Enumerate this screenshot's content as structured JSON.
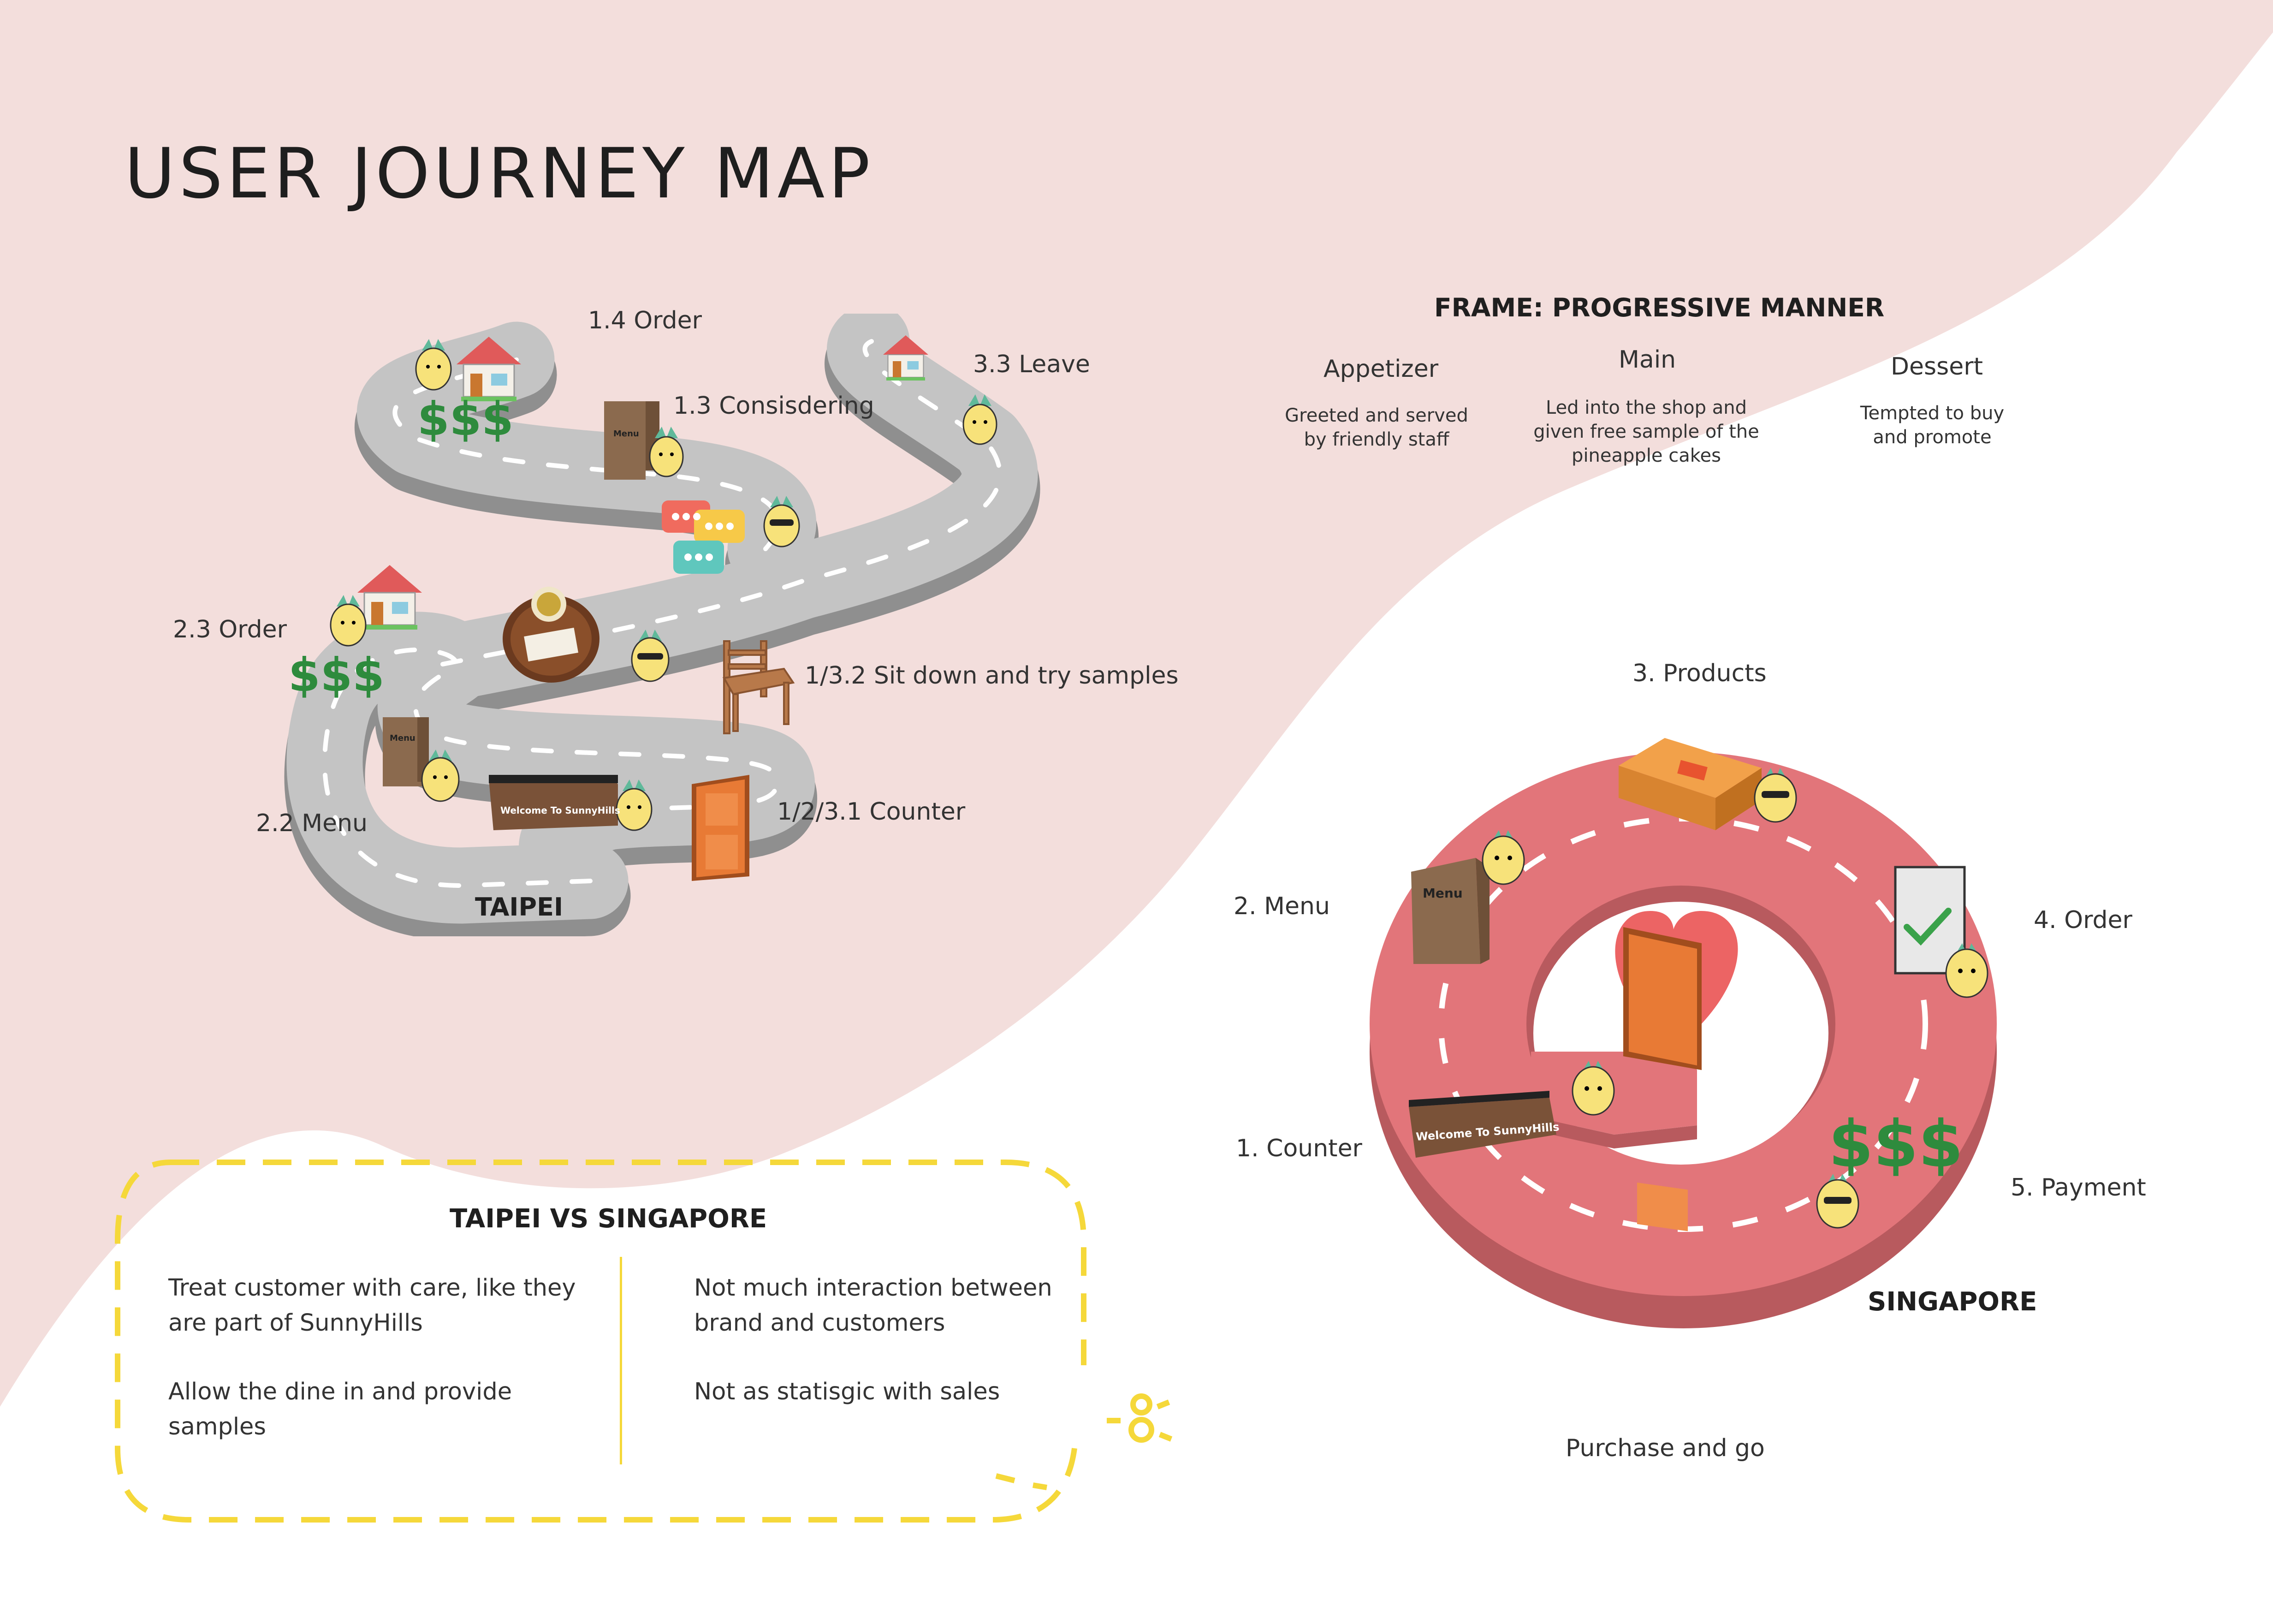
{
  "title": "USER JOURNEY MAP",
  "taipei": {
    "name": "TAIPEI",
    "stages": [
      "1.4 Order",
      "1.3 Consisdering",
      "3.3 Leave",
      "2.3 Order",
      "1/3.2 Sit down and try samples",
      "2.2 Menu",
      "1/2/3.1 Counter"
    ]
  },
  "frame": {
    "title": "FRAME: PROGRESSIVE MANNER",
    "columns": [
      {
        "heading": "Appetizer",
        "text": "Greeted and served by friendly staff"
      },
      {
        "heading": "Main",
        "text": "Led into the shop and given free sample of the pineapple cakes"
      },
      {
        "heading": "Dessert",
        "text": "Tempted to buy and promote"
      }
    ]
  },
  "singapore": {
    "name": "SINGAPORE",
    "stages": [
      "3. Products",
      "2. Menu",
      "4. Order",
      "1. Counter",
      "5. Payment"
    ],
    "caption": "Purchase and go"
  },
  "comparison": {
    "title": "TAIPEI VS SINGAPORE",
    "taipei_points": [
      "Treat customer with care, like they are part of SunnyHills",
      "Allow the dine in and provide samples"
    ],
    "singapore_points": [
      "Not much interaction between brand and customers",
      "Not as statisgic with sales"
    ]
  },
  "props": {
    "menu_text": "Menu",
    "welcome_text": "Welcome To SunnyHills",
    "money_text": "$$$"
  },
  "colors": {
    "pink_bg": "#f3dedc",
    "road": "#bdbdbd",
    "ring": "#e2757a",
    "yellow": "#f5d83a",
    "heart": "#ec6464",
    "money": "#2e8b3d"
  }
}
